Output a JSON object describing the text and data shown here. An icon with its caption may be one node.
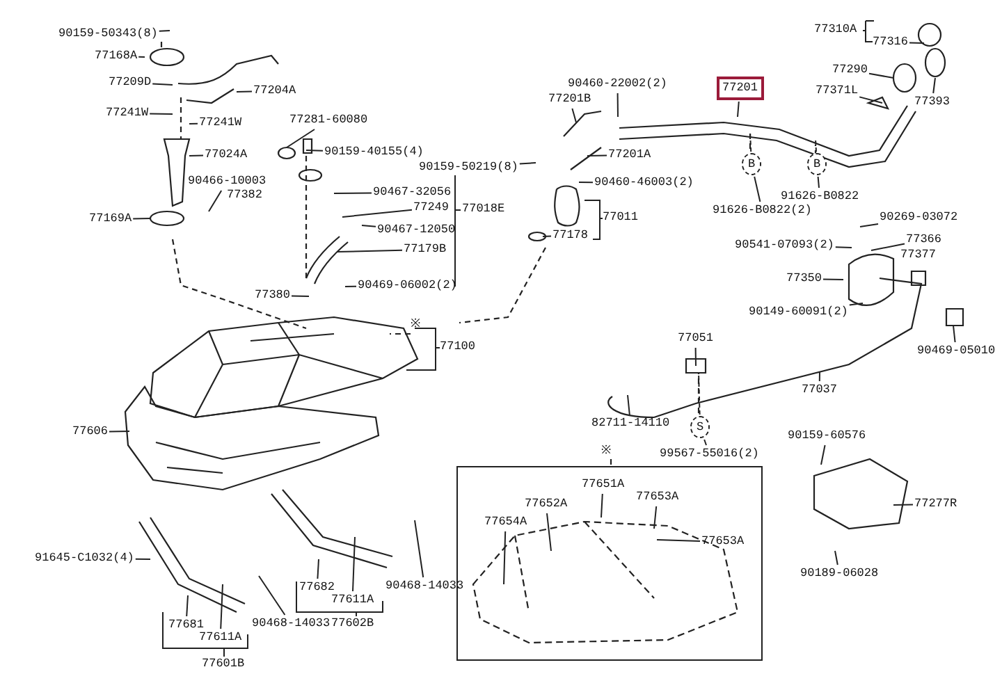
{
  "diagram": {
    "nodes": [
      {
        "text": [
          "90159-50343(8)"
        ]
      },
      {
        "text": [
          "77168A"
        ]
      },
      {
        "text": [
          "77209D"
        ]
      },
      {
        "text": [
          "77204A"
        ]
      },
      {
        "text": [
          "77241W"
        ]
      },
      {
        "text": [
          "77241W"
        ]
      },
      {
        "text": [
          "77281-60080"
        ]
      },
      {
        "text": [
          "77024A"
        ]
      },
      {
        "text": [
          "90466-10003"
        ]
      },
      {
        "text": [
          "77169A"
        ]
      },
      {
        "text": [
          "90159-40155(4)"
        ]
      },
      {
        "text": [
          "90159-50219(8)"
        ]
      },
      {
        "text": [
          "90467-32056"
        ]
      },
      {
        "text": [
          "77249"
        ]
      },
      {
        "text": [
          "90467-12050"
        ]
      },
      {
        "text": [
          "77179B"
        ]
      },
      {
        "text": [
          "77380"
        ]
      },
      {
        "text": [
          "90469-06002(2)"
        ]
      },
      {
        "text": [
          "90460-22002(2)"
        ]
      },
      {
        "text": [
          "77201B"
        ]
      },
      {
        "text": [
          "77201A"
        ]
      },
      {
        "text": [
          "90460-46003(2)"
        ]
      },
      {
        "text": [
          "77178"
        ]
      },
      {
        "text": [
          "77201"
        ]
      },
      {
        "text": [
          "77316"
        ]
      },
      {
        "text": [
          "77290"
        ]
      },
      {
        "text": [
          "77371L"
        ]
      },
      {
        "text": [
          "77393"
        ]
      },
      {
        "text": [
          "B"
        ]
      },
      {
        "text": [
          "91626-B0822(2)"
        ]
      },
      {
        "text": [
          "B"
        ]
      },
      {
        "text": [
          "91626-B0822"
        ]
      },
      {
        "text": [
          "90269-03072"
        ]
      },
      {
        "text": [
          "77366"
        ]
      },
      {
        "text": [
          "90541-07093(2)"
        ]
      },
      {
        "text": [
          "77350"
        ]
      },
      {
        "text": [
          "90149-60091(2)"
        ]
      },
      {
        "text": [
          "90469-05010"
        ]
      },
      {
        "text": [
          "77051"
        ]
      },
      {
        "text": [
          "77037"
        ]
      },
      {
        "text": [
          "82711-14110"
        ]
      },
      {
        "text": [
          "S"
        ]
      },
      {
        "text": [
          "99567-55016(2)"
        ]
      },
      {
        "text": [
          "90159-60576"
        ]
      },
      {
        "text": [
          "77277R"
        ]
      },
      {
        "text": [
          "90189-06028"
        ]
      },
      {
        "text": [
          "77606"
        ]
      },
      {
        "text": [],
        "shape": "box"
      },
      {
        "text": [
          "77651A"
        ],
        "in": 47
      },
      {
        "text": [
          "77653A"
        ],
        "in": 47
      },
      {
        "text": [
          "77652A"
        ],
        "in": 47
      },
      {
        "text": [
          "77654A"
        ],
        "in": 47
      },
      {
        "text": [
          "77653A"
        ],
        "in": 47
      },
      {
        "text": [
          "91645-C1032(4)"
        ]
      },
      {
        "text": [
          "77681"
        ]
      },
      {
        "text": [
          "77611A"
        ]
      },
      {
        "text": [
          "90468-14033"
        ]
      },
      {
        "text": [
          "77682"
        ]
      },
      {
        "text": [
          "77611A"
        ]
      },
      {
        "text": [
          "90468-14033"
        ]
      }
    ],
    "edges": [
      {
        "from": 0,
        "to": null,
        "arrow": "none"
      },
      {
        "from": 1,
        "to": null,
        "arrow": "none"
      },
      {
        "from": 2,
        "to": null,
        "arrow": "none"
      },
      {
        "from": 3,
        "to": null,
        "arrow": "none"
      },
      {
        "from": 4,
        "to": null,
        "arrow": "none"
      },
      {
        "from": 5,
        "to": null,
        "arrow": "none"
      },
      {
        "from": 6,
        "to": null,
        "arrow": "none"
      },
      {
        "from": 7,
        "to": null,
        "arrow": "none"
      },
      {
        "from": 8,
        "to": null,
        "arrow": "none"
      },
      {
        "from": 9,
        "to": null,
        "arrow": "none"
      },
      {
        "from": 10,
        "to": null,
        "arrow": "none"
      },
      {
        "from": 11,
        "to": null,
        "arrow": "none"
      },
      {
        "from": 12,
        "to": null,
        "arrow": "none"
      },
      {
        "from": 13,
        "to": null,
        "arrow": "none"
      },
      {
        "from": 14,
        "to": null,
        "arrow": "none"
      },
      {
        "from": 15,
        "to": null,
        "arrow": "none"
      },
      {
        "from": 16,
        "to": null,
        "arrow": "none"
      },
      {
        "from": 17,
        "to": null,
        "arrow": "none"
      },
      {
        "from": 18,
        "to": null,
        "arrow": "none"
      },
      {
        "from": 19,
        "to": null,
        "arrow": "none"
      },
      {
        "from": 20,
        "to": null,
        "arrow": "none"
      },
      {
        "from": 21,
        "to": null,
        "arrow": "none"
      },
      {
        "from": 22,
        "to": null,
        "arrow": "none"
      },
      {
        "from": 23,
        "to": null,
        "arrow": "none"
      },
      {
        "from": 24,
        "to": null,
        "arrow": "none"
      },
      {
        "from": 25,
        "to": null,
        "arrow": "none"
      },
      {
        "from": 26,
        "to": null,
        "arrow": "none"
      },
      {
        "from": 27,
        "to": null,
        "arrow": "none"
      },
      {
        "from": 28,
        "to": null,
        "arrow": "none",
        "style": "dashed"
      },
      {
        "from": 28,
        "to": 29,
        "arrow": "none"
      },
      {
        "from": 30,
        "to": null,
        "arrow": "none",
        "style": "dashed"
      },
      {
        "from": 30,
        "to": 31,
        "arrow": "none"
      },
      {
        "from": 32,
        "to": null,
        "arrow": "none"
      },
      {
        "from": 33,
        "to": null,
        "arrow": "none"
      },
      {
        "from": 34,
        "to": null,
        "arrow": "none"
      },
      {
        "from": 35,
        "to": null,
        "arrow": "none"
      },
      {
        "from": 36,
        "to": null,
        "arrow": "none"
      },
      {
        "from": 37,
        "to": null,
        "arrow": "none"
      },
      {
        "from": 38,
        "to": null,
        "arrow": "none"
      },
      {
        "from": 39,
        "to": null,
        "arrow": "none"
      },
      {
        "from": 40,
        "to": null,
        "arrow": "none"
      },
      {
        "from": 41,
        "to": null,
        "arrow": "none",
        "style": "dashed"
      },
      {
        "from": 41,
        "to": 42,
        "arrow": "none"
      },
      {
        "from": 43,
        "to": null,
        "arrow": "none"
      },
      {
        "from": 44,
        "to": null,
        "arrow": "none"
      },
      {
        "from": 45,
        "to": null,
        "arrow": "none"
      },
      {
        "from": 46,
        "to": null,
        "arrow": "none"
      },
      {
        "from": 48,
        "to": null,
        "arrow": "none"
      },
      {
        "from": 49,
        "to": null,
        "arrow": "none"
      },
      {
        "from": 50,
        "to": null,
        "arrow": "none"
      },
      {
        "from": 51,
        "to": null,
        "arrow": "none"
      },
      {
        "from": 52,
        "to": null,
        "arrow": "none"
      },
      {
        "from": 53,
        "to": null,
        "arrow": "none"
      },
      {
        "from": 54,
        "to": null,
        "arrow": "none"
      },
      {
        "from": 55,
        "to": null,
        "arrow": "none"
      },
      {
        "from": 56,
        "to": null,
        "arrow": "none"
      },
      {
        "from": 57,
        "to": null,
        "arrow": "none"
      },
      {
        "from": 58,
        "to": null,
        "arrow": "none"
      },
      {
        "from": 59,
        "to": null,
        "arrow": "none"
      }
    ],
    "labels": [
      "77310A",
      "77382",
      "77018E",
      "77011",
      "77377",
      "77100",
      "※",
      "※",
      "77602B",
      "77601B"
    ]
  }
}
